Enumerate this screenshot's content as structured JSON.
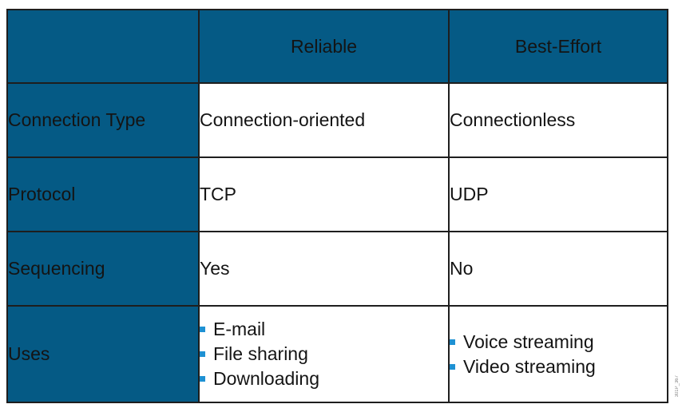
{
  "table": {
    "corner": "",
    "headers": [
      "Reliable",
      "Best-Effort"
    ],
    "rows": [
      {
        "label": "Connection Type",
        "reliable": "Connection-oriented",
        "best_effort": "Connectionless"
      },
      {
        "label": "Protocol",
        "reliable": "TCP",
        "best_effort": "UDP"
      },
      {
        "label": "Sequencing",
        "reliable": "Yes",
        "best_effort": "No"
      }
    ],
    "uses": {
      "label": "Uses",
      "reliable": [
        "E-mail",
        "File sharing",
        "Downloading"
      ],
      "best_effort": [
        "Voice streaming",
        "Video streaming"
      ]
    }
  },
  "figure_code": "301P_367",
  "colors": {
    "header_bg": "#055a85",
    "bullet": "#1e91d3",
    "border": "#1e1e1e"
  }
}
